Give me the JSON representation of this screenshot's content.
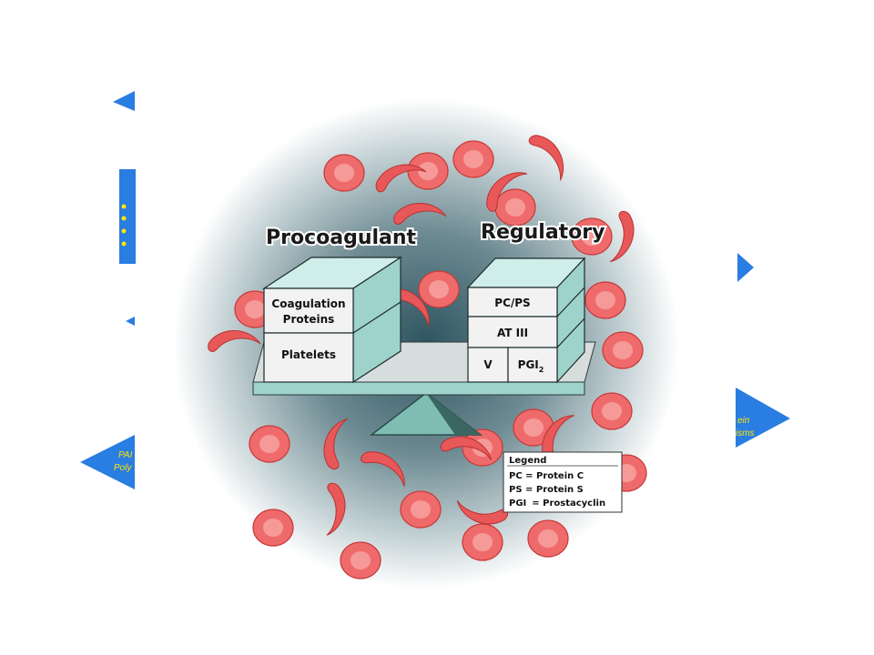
{
  "diagram": {
    "left_heading": "Procoagulant",
    "right_heading": "Regulatory",
    "left_boxes": [
      "Coagulation Proteins",
      "Platelets"
    ],
    "right_boxes": {
      "top": "PC/PS",
      "middle": "AT III",
      "bottom_left": "V",
      "bottom_right": "PGI",
      "bottom_right_sub": "2"
    },
    "legend": {
      "title": "Legend",
      "entries": [
        "PC = Protein C",
        "PS = Protein S",
        "PGI",
        "= Prostacyclin"
      ]
    }
  },
  "background": {
    "left_label_lines": [
      "PAI",
      "Poly"
    ],
    "right_label_lines": [
      "ein",
      "isms"
    ],
    "accent_color": "#2a7de1"
  }
}
